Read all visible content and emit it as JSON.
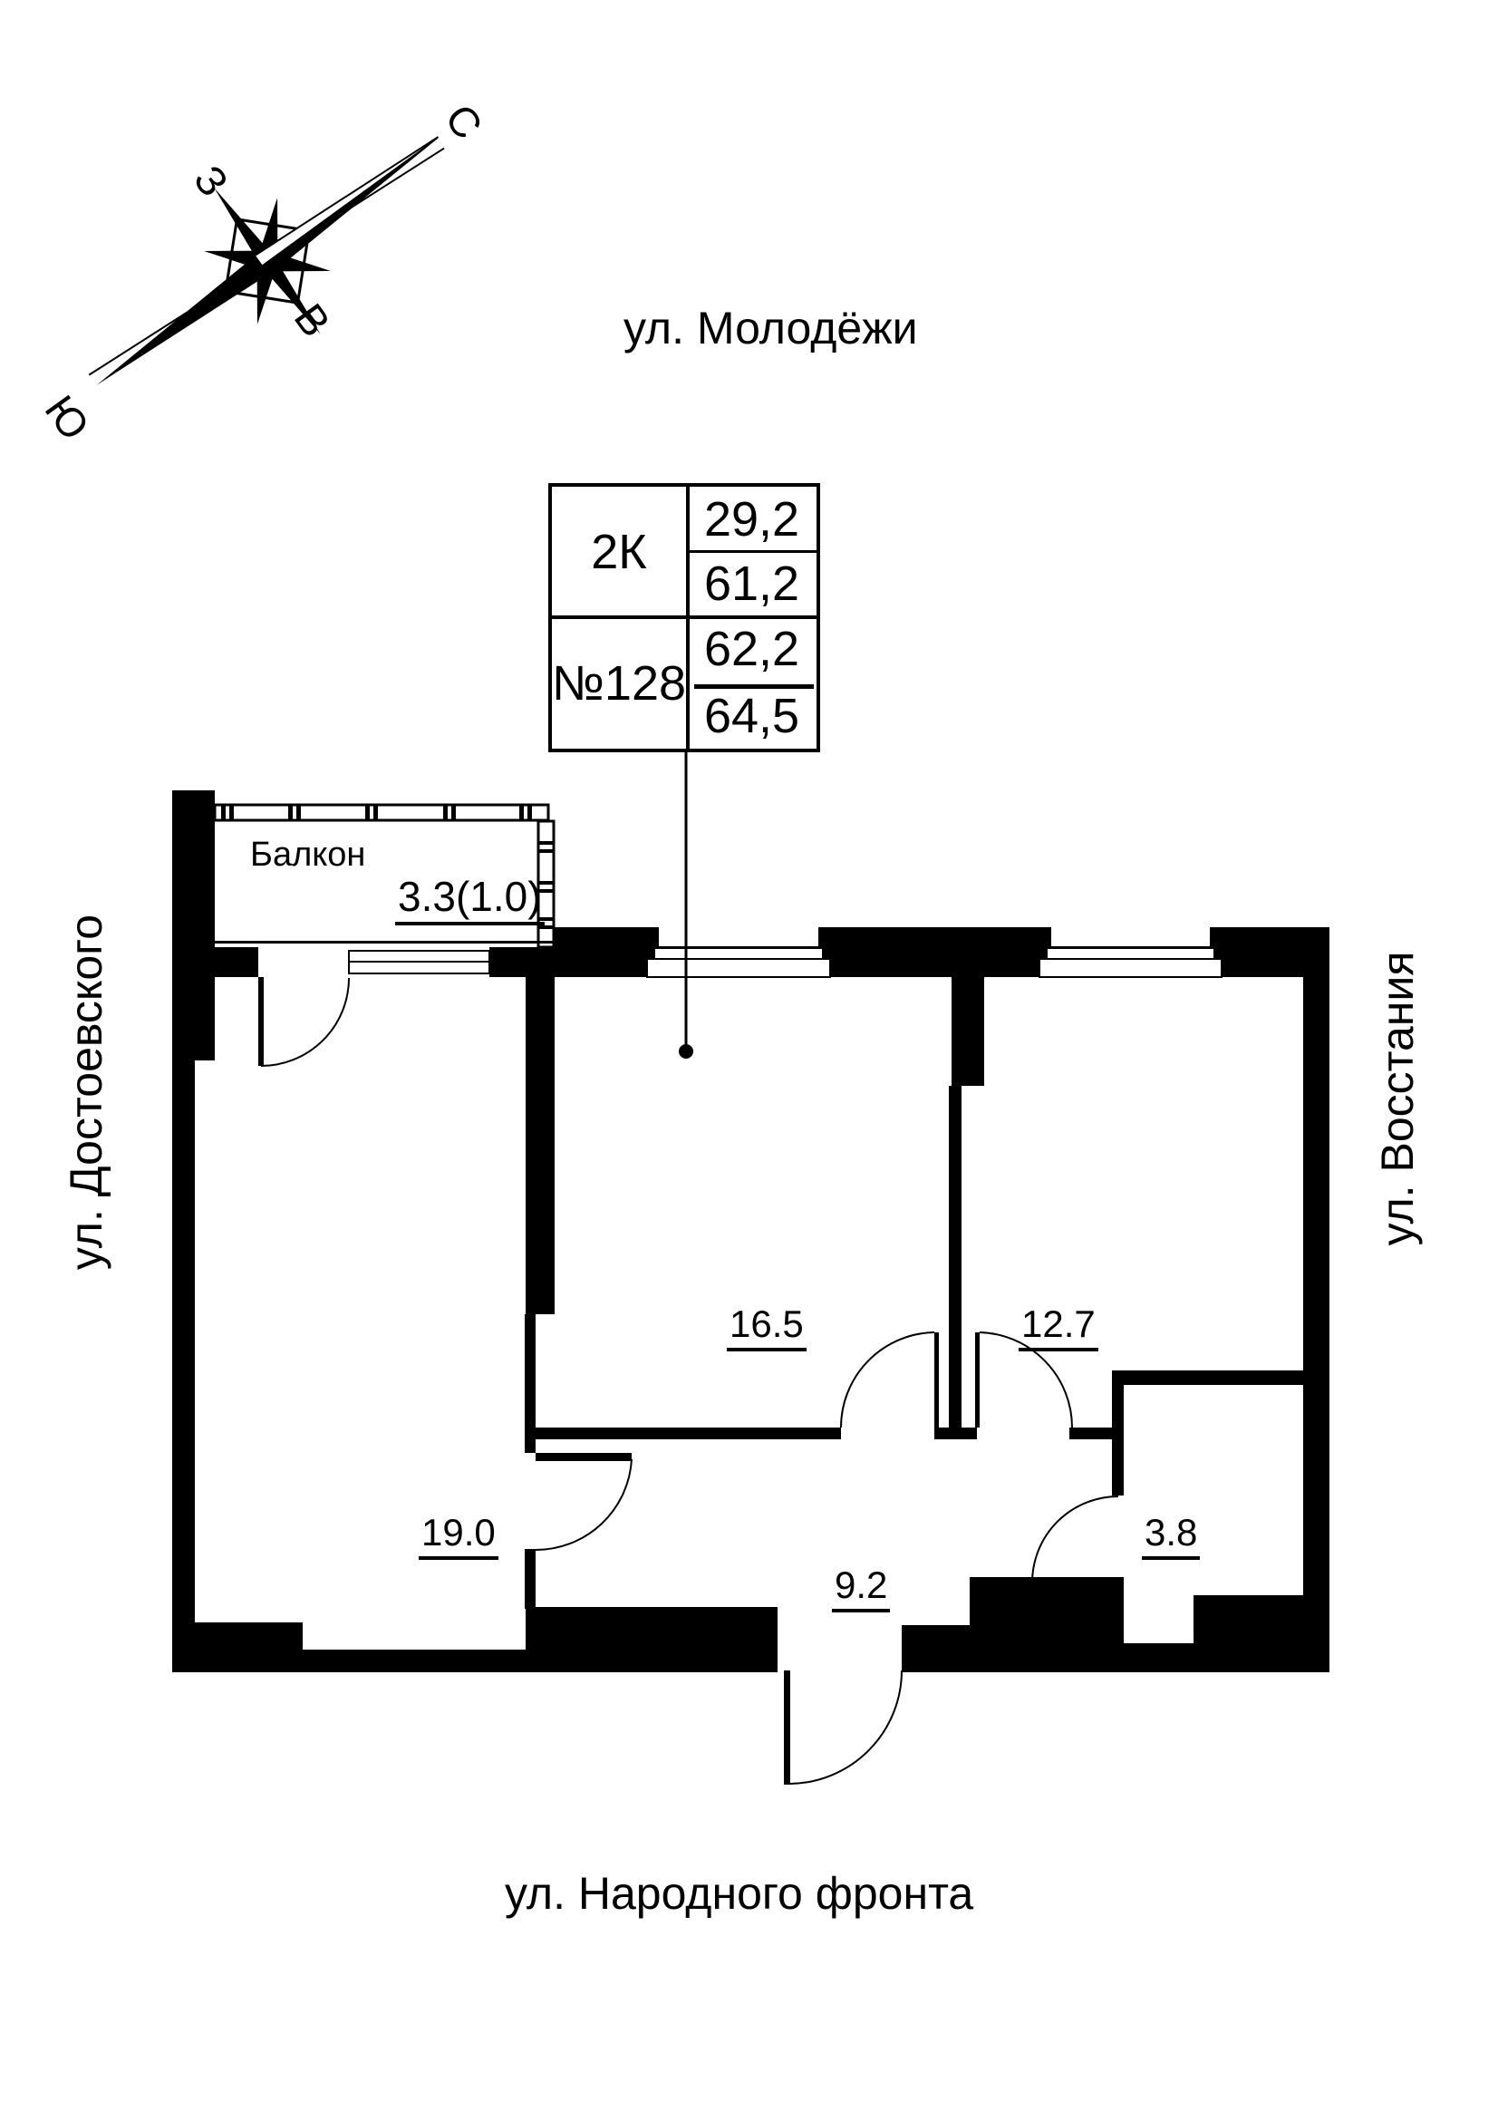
{
  "plan": {
    "compass": {
      "north": "С",
      "south": "Ю",
      "west": "З",
      "east": "В"
    },
    "streets": {
      "top": "ул. Молодёжи",
      "left": "ул. Достоевского",
      "right": "ул. Восстания",
      "bottom": "ул. Народного фронта"
    },
    "info_table": {
      "type": "2К",
      "number": "№128",
      "area_living": "29,2",
      "area_mid1": "61,2",
      "area_mid2": "62,2",
      "area_total": "64,5"
    },
    "balcony": {
      "label": "Балкон",
      "area": "3.3(1.0)"
    },
    "rooms": [
      {
        "id": "room-19",
        "area": "19.0"
      },
      {
        "id": "room-16",
        "area": "16.5"
      },
      {
        "id": "room-12",
        "area": "12.7"
      },
      {
        "id": "hall-9",
        "area": "9.2"
      },
      {
        "id": "bath-38",
        "area": "3.8"
      }
    ]
  }
}
